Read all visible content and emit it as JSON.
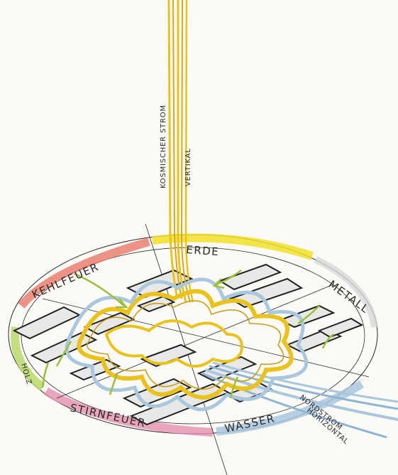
{
  "labels": {
    "vertical_stream": "KOSMISCHER STROM",
    "vertical": "VERTIKAL",
    "kehlfeuer": "KEHLFEUER",
    "erde": "ERDE",
    "metall": "METALL",
    "holz": "HOLZ",
    "stirnfeuer": "STIRNFEUER",
    "wasser": "WASSER",
    "nordstrom": "NORDSTROM",
    "horizontal": "HORIZONTAL"
  },
  "colors": {
    "paper": "#fbfaf6",
    "ink": "#2a2a2a",
    "gold": "#e9c21d",
    "blue": "#a9c7dd",
    "red": "#e9786a",
    "pink": "#e58eb0",
    "yellow": "#f0df2a",
    "green": "#b9d86a",
    "green_arrow": "#9bbf3a"
  }
}
